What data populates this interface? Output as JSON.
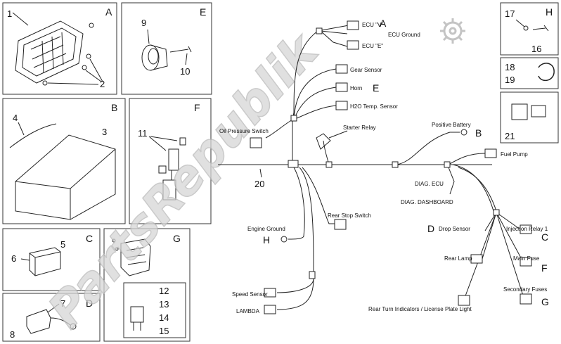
{
  "watermark": "PartsRepublik",
  "panels": {
    "A": {
      "letter": "A",
      "nums": [
        "1",
        "2"
      ]
    },
    "E": {
      "letter": "E",
      "nums": [
        "9",
        "10"
      ]
    },
    "H": {
      "letter": "H",
      "nums": [
        "17",
        "16"
      ]
    },
    "H2": {
      "nums": [
        "18",
        "19"
      ]
    },
    "H3": {
      "nums": [
        "21"
      ]
    },
    "B": {
      "letter": "B",
      "nums": [
        "4",
        "3"
      ]
    },
    "F": {
      "letter": "F",
      "nums": [
        "11"
      ]
    },
    "C": {
      "letter": "C",
      "nums": [
        "5",
        "6"
      ]
    },
    "G": {
      "letter": "G",
      "nums": [
        "12",
        "13",
        "14",
        "15"
      ]
    },
    "D": {
      "letter": "D",
      "nums": [
        "7",
        "8"
      ]
    }
  },
  "wiring": {
    "harness_number": "20",
    "labels": {
      "ecu_v": "ECU \"V\"",
      "ecu_ground": "ECU Ground",
      "ecu_e": "ECU \"E\"",
      "gear_sensor": "Gear Sensor",
      "horn": "Horn",
      "h2o_temp_sensor": "H2O Temp. Sensor",
      "oil_pressure_switch": "Oil Pressure Switch",
      "starter_relay": "Starter Relay",
      "positive_battery": "Positive Battery",
      "fuel_pump": "Fuel Pump",
      "diag_ecu": "DIAG. ECU",
      "diag_dashboard": "DIAG. DASHBOARD",
      "rear_stop_switch": "Rear Stop Switch",
      "engine_ground": "Engine Ground",
      "drop_sensor": "Drop Sensor",
      "injection_relay_1": "Injection Relay 1",
      "rear_lamp": "Rear Lamp",
      "main_fuse": "Main Fuse",
      "secondary_fuses": "Secondary Fuses",
      "speed_sensor": "Speed Sensor",
      "lambda": "LAMBDA",
      "rear_turn_indicators": "Rear Turn Indicators / License Plate Light"
    },
    "letters": {
      "a": "A",
      "e": "E",
      "b": "B",
      "h": "H",
      "d": "D",
      "c": "C",
      "f": "F",
      "g": "G"
    }
  },
  "colors": {
    "line": "#222222",
    "watermark": "#d6d6d6",
    "panel_border": "#333333"
  }
}
